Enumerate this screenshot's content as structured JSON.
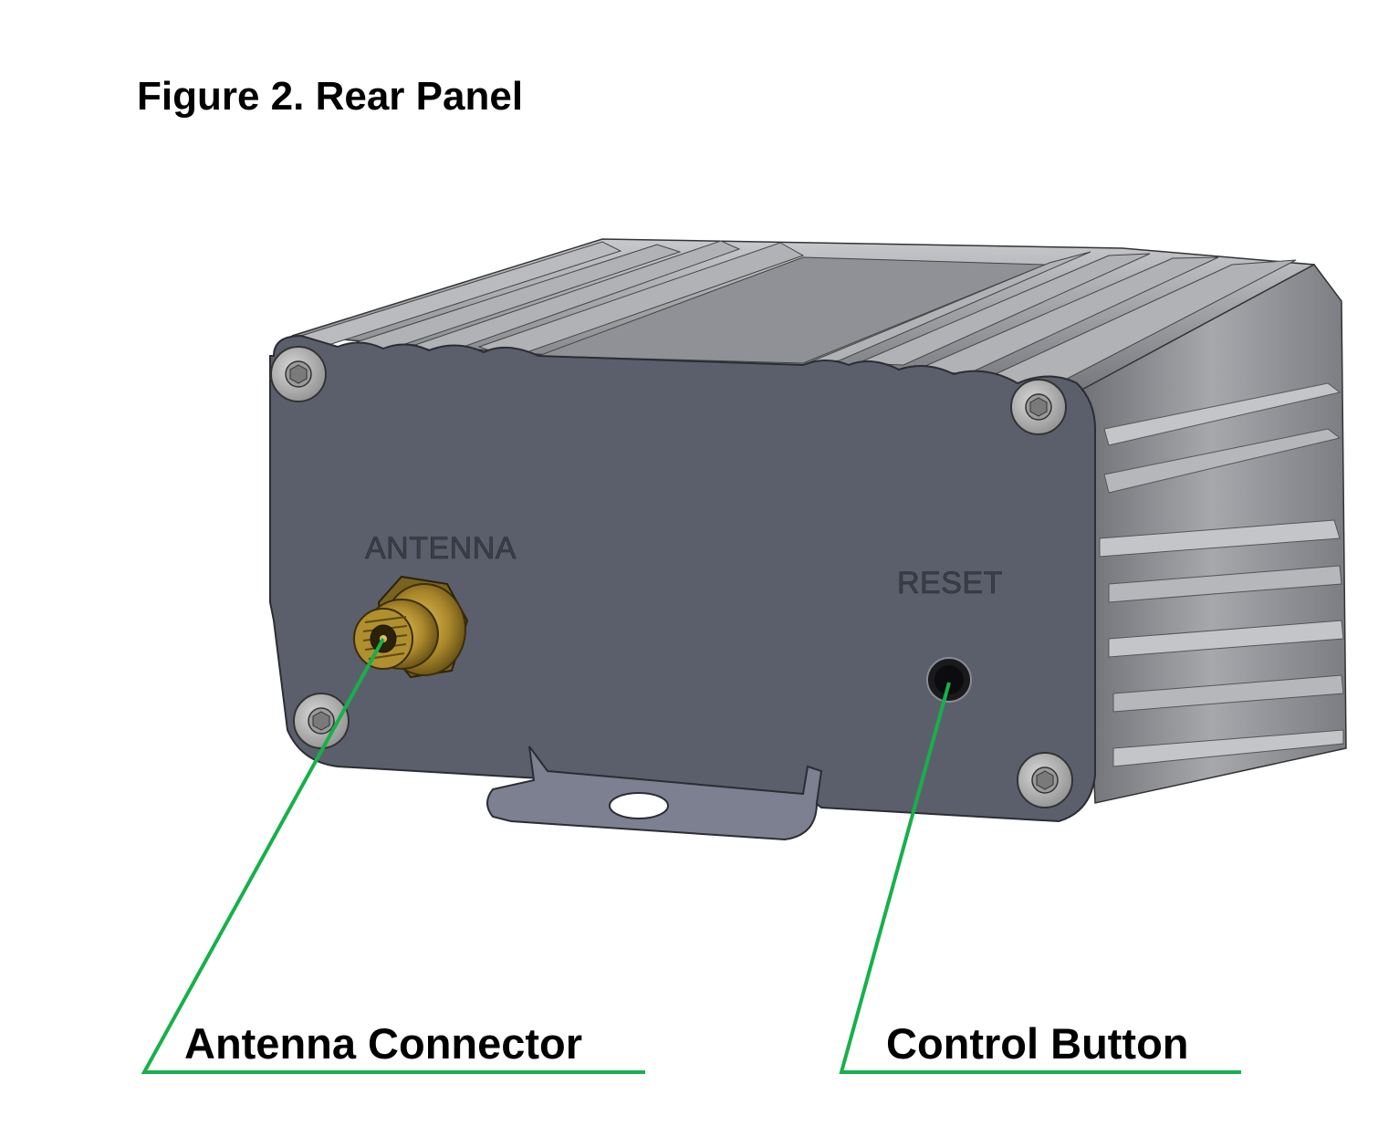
{
  "figure": {
    "title": "Figure 2. Rear Panel"
  },
  "panel": {
    "antenna_engraving": "ANTENNA",
    "reset_engraving": "RESET"
  },
  "callouts": [
    {
      "id": "antenna-connector",
      "label": "Antenna Connector"
    },
    {
      "id": "control-button",
      "label": "Control Button"
    }
  ],
  "colors": {
    "callout_line": "#17b04a",
    "panel_face": "#5b5f6c",
    "housing": "#8e9096",
    "connector": "#a8862a"
  }
}
